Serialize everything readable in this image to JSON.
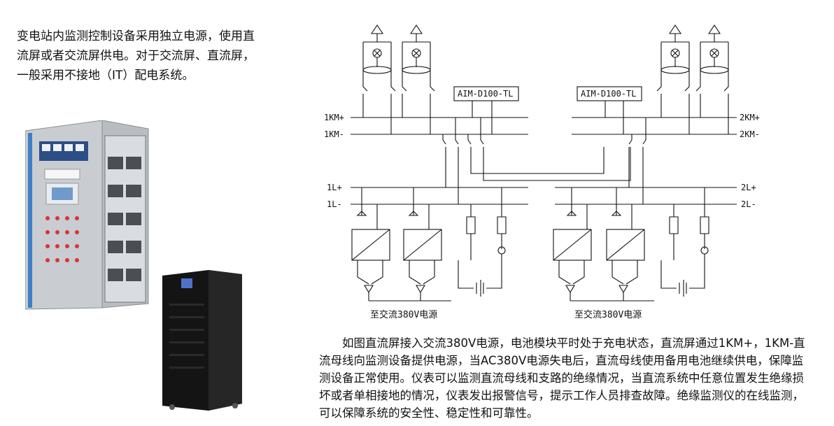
{
  "intro": {
    "text": "变电站内监测控制设备采用独立电源，使用直流屏或者交流屏供电。对于交流屏、直流屏，一般采用不接地（IT）配电系统。"
  },
  "diagram": {
    "device_left": "AIM-D100-TL",
    "device_right": "AIM-D100-TL",
    "bus_1km_plus": "1KM+",
    "bus_1km_minus": "1KM-",
    "bus_2km_plus": "2KM+",
    "bus_2km_minus": "2KM-",
    "bus_1l_plus": "1L+",
    "bus_1l_minus": "1L-",
    "bus_2l_plus": "2L+",
    "bus_2l_minus": "2L-",
    "source_left": "至交流380V电源",
    "source_right": "至交流380V电源"
  },
  "description": {
    "text": "如图直流屏接入交流380V电源，电池模块平时处于充电状态，直流屏通过1KM+，1KM-直流母线向监测设备提供电源，当AC380V电源失电后，直流母线使用备用电池继续供电，保障监测设备正常使用。仪表可以监测直流母线和支路的绝缘情况，当直流系统中任意位置发生绝缘损坏或者单相接地的情况，仪表发出报警信号，提示工作人员排查故障。绝缘监测仪的在线监测，可以保障系统的安全性、稳定性和可靠性。"
  }
}
